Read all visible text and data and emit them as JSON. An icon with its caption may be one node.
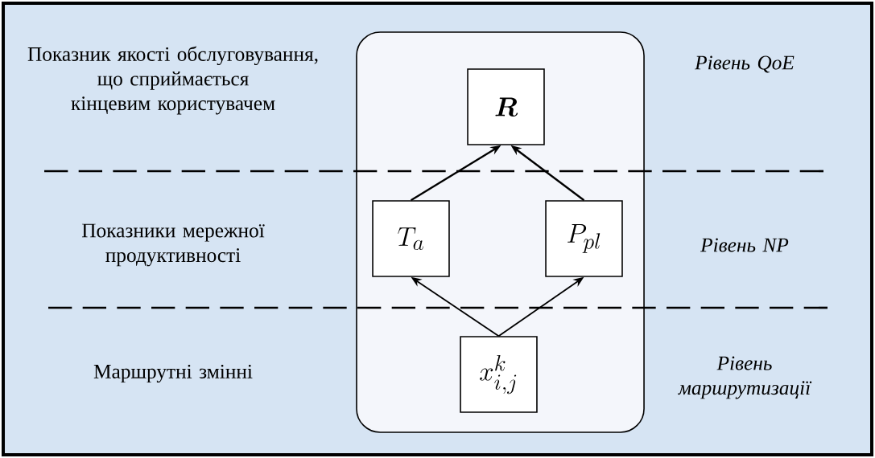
{
  "diagram": {
    "nodes": [
      {
        "text": [],
        "shape": "box"
      },
      {
        "text": [
          "\\boldsymbol{R}"
        ],
        "in": 0
      },
      {
        "text": [
          "T_a"
        ],
        "in": 0
      },
      {
        "text": [
          "P_{pl}"
        ],
        "in": 0
      },
      {
        "text": [
          "x_{i,j}^{k}"
        ],
        "in": 0
      }
    ],
    "edges": [
      {
        "from": 2,
        "to": 1,
        "arrow": "to"
      },
      {
        "from": 3,
        "to": 1,
        "arrow": "to"
      },
      {
        "from": 4,
        "to": 2,
        "arrow": "to"
      },
      {
        "from": 4,
        "to": 3,
        "arrow": "to"
      }
    ],
    "labels": [
      "Показник якості обслуговування, що сприймається кінцевим користувачем",
      "Рівень QoE",
      "Показники мережної продуктивності",
      "Рівень NP",
      "Маршрутні змінні",
      "Рівень маршрутизації"
    ]
  }
}
